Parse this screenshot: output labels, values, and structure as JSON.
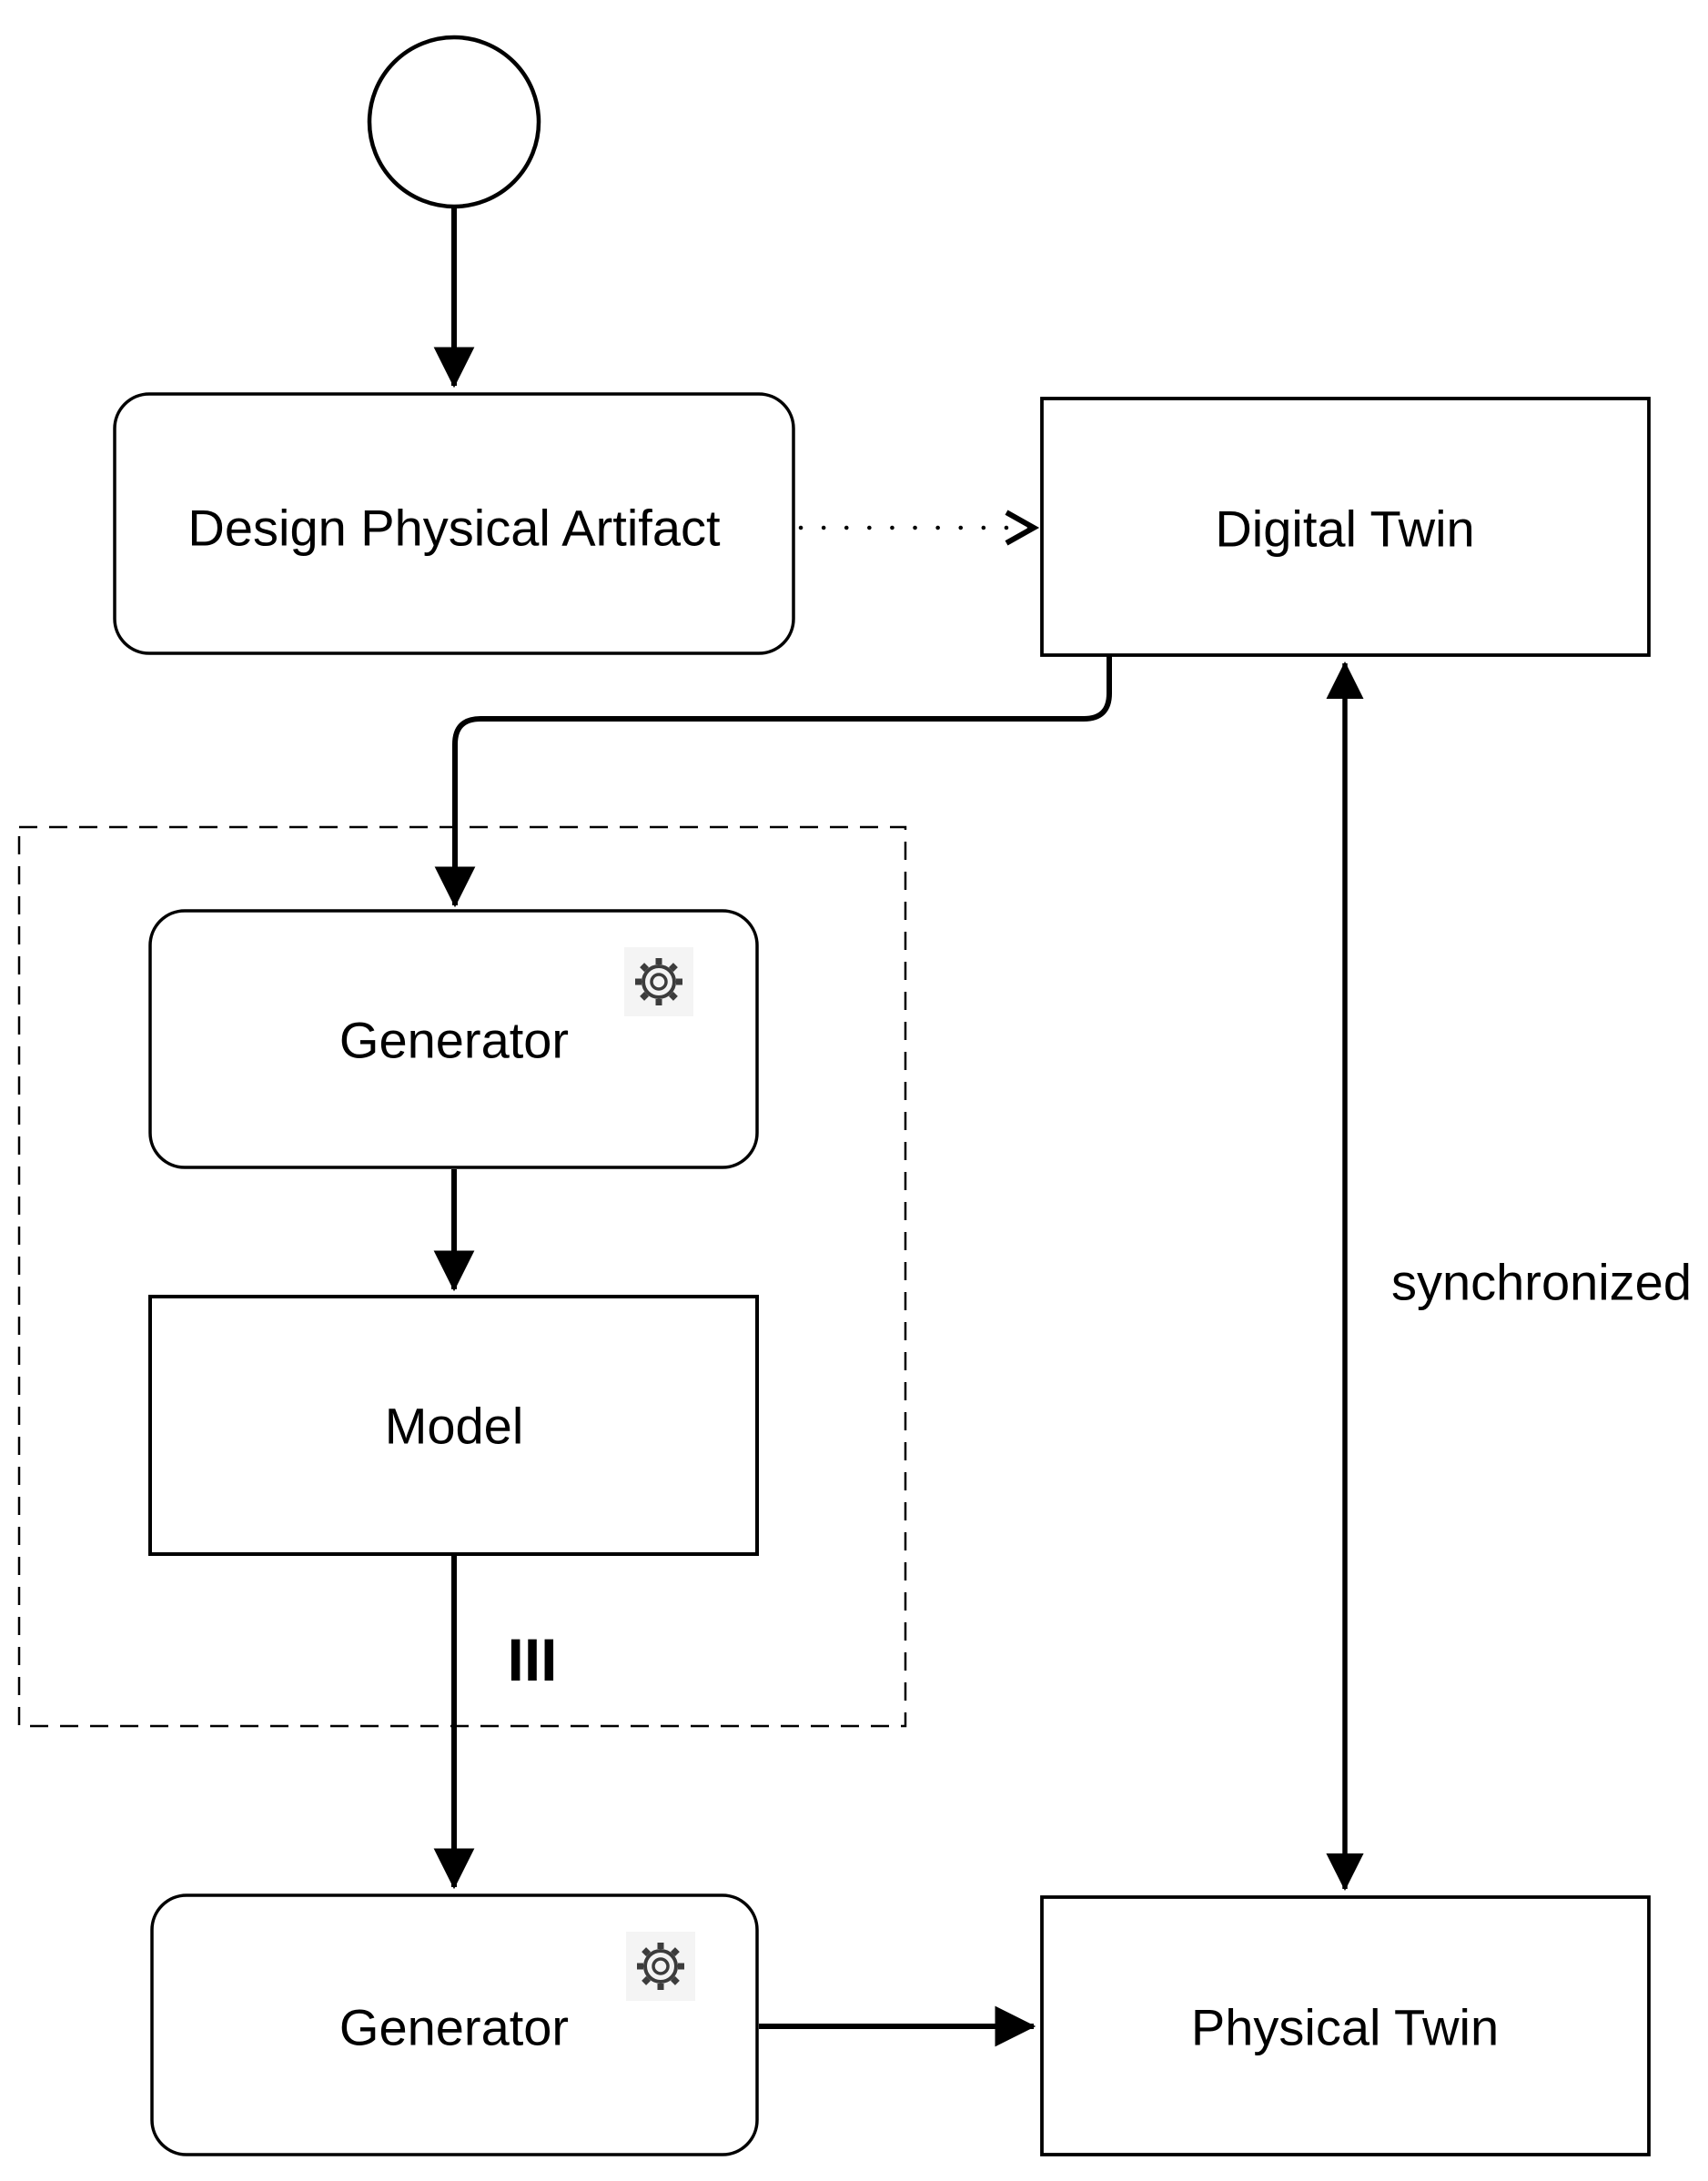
{
  "nodes": {
    "start_event": {
      "shape": "circle"
    },
    "design_physical_artifact": {
      "label": "Design Physical Artifact"
    },
    "digital_twin": {
      "label": "Digital Twin"
    },
    "generator_top": {
      "label": "Generator",
      "icon": "gear-icon"
    },
    "model": {
      "label": "Model"
    },
    "generator_bottom": {
      "label": "Generator",
      "icon": "gear-icon"
    },
    "physical_twin": {
      "label": "Physical Twin"
    }
  },
  "labels": {
    "synchronized": "synchronized",
    "multi_instance_marker": "III"
  },
  "colors": {
    "line": "#000000",
    "background": "#ffffff",
    "gear_icon_background": "#f4f4f4",
    "gear_icon_stroke": "#3c3c3c"
  }
}
